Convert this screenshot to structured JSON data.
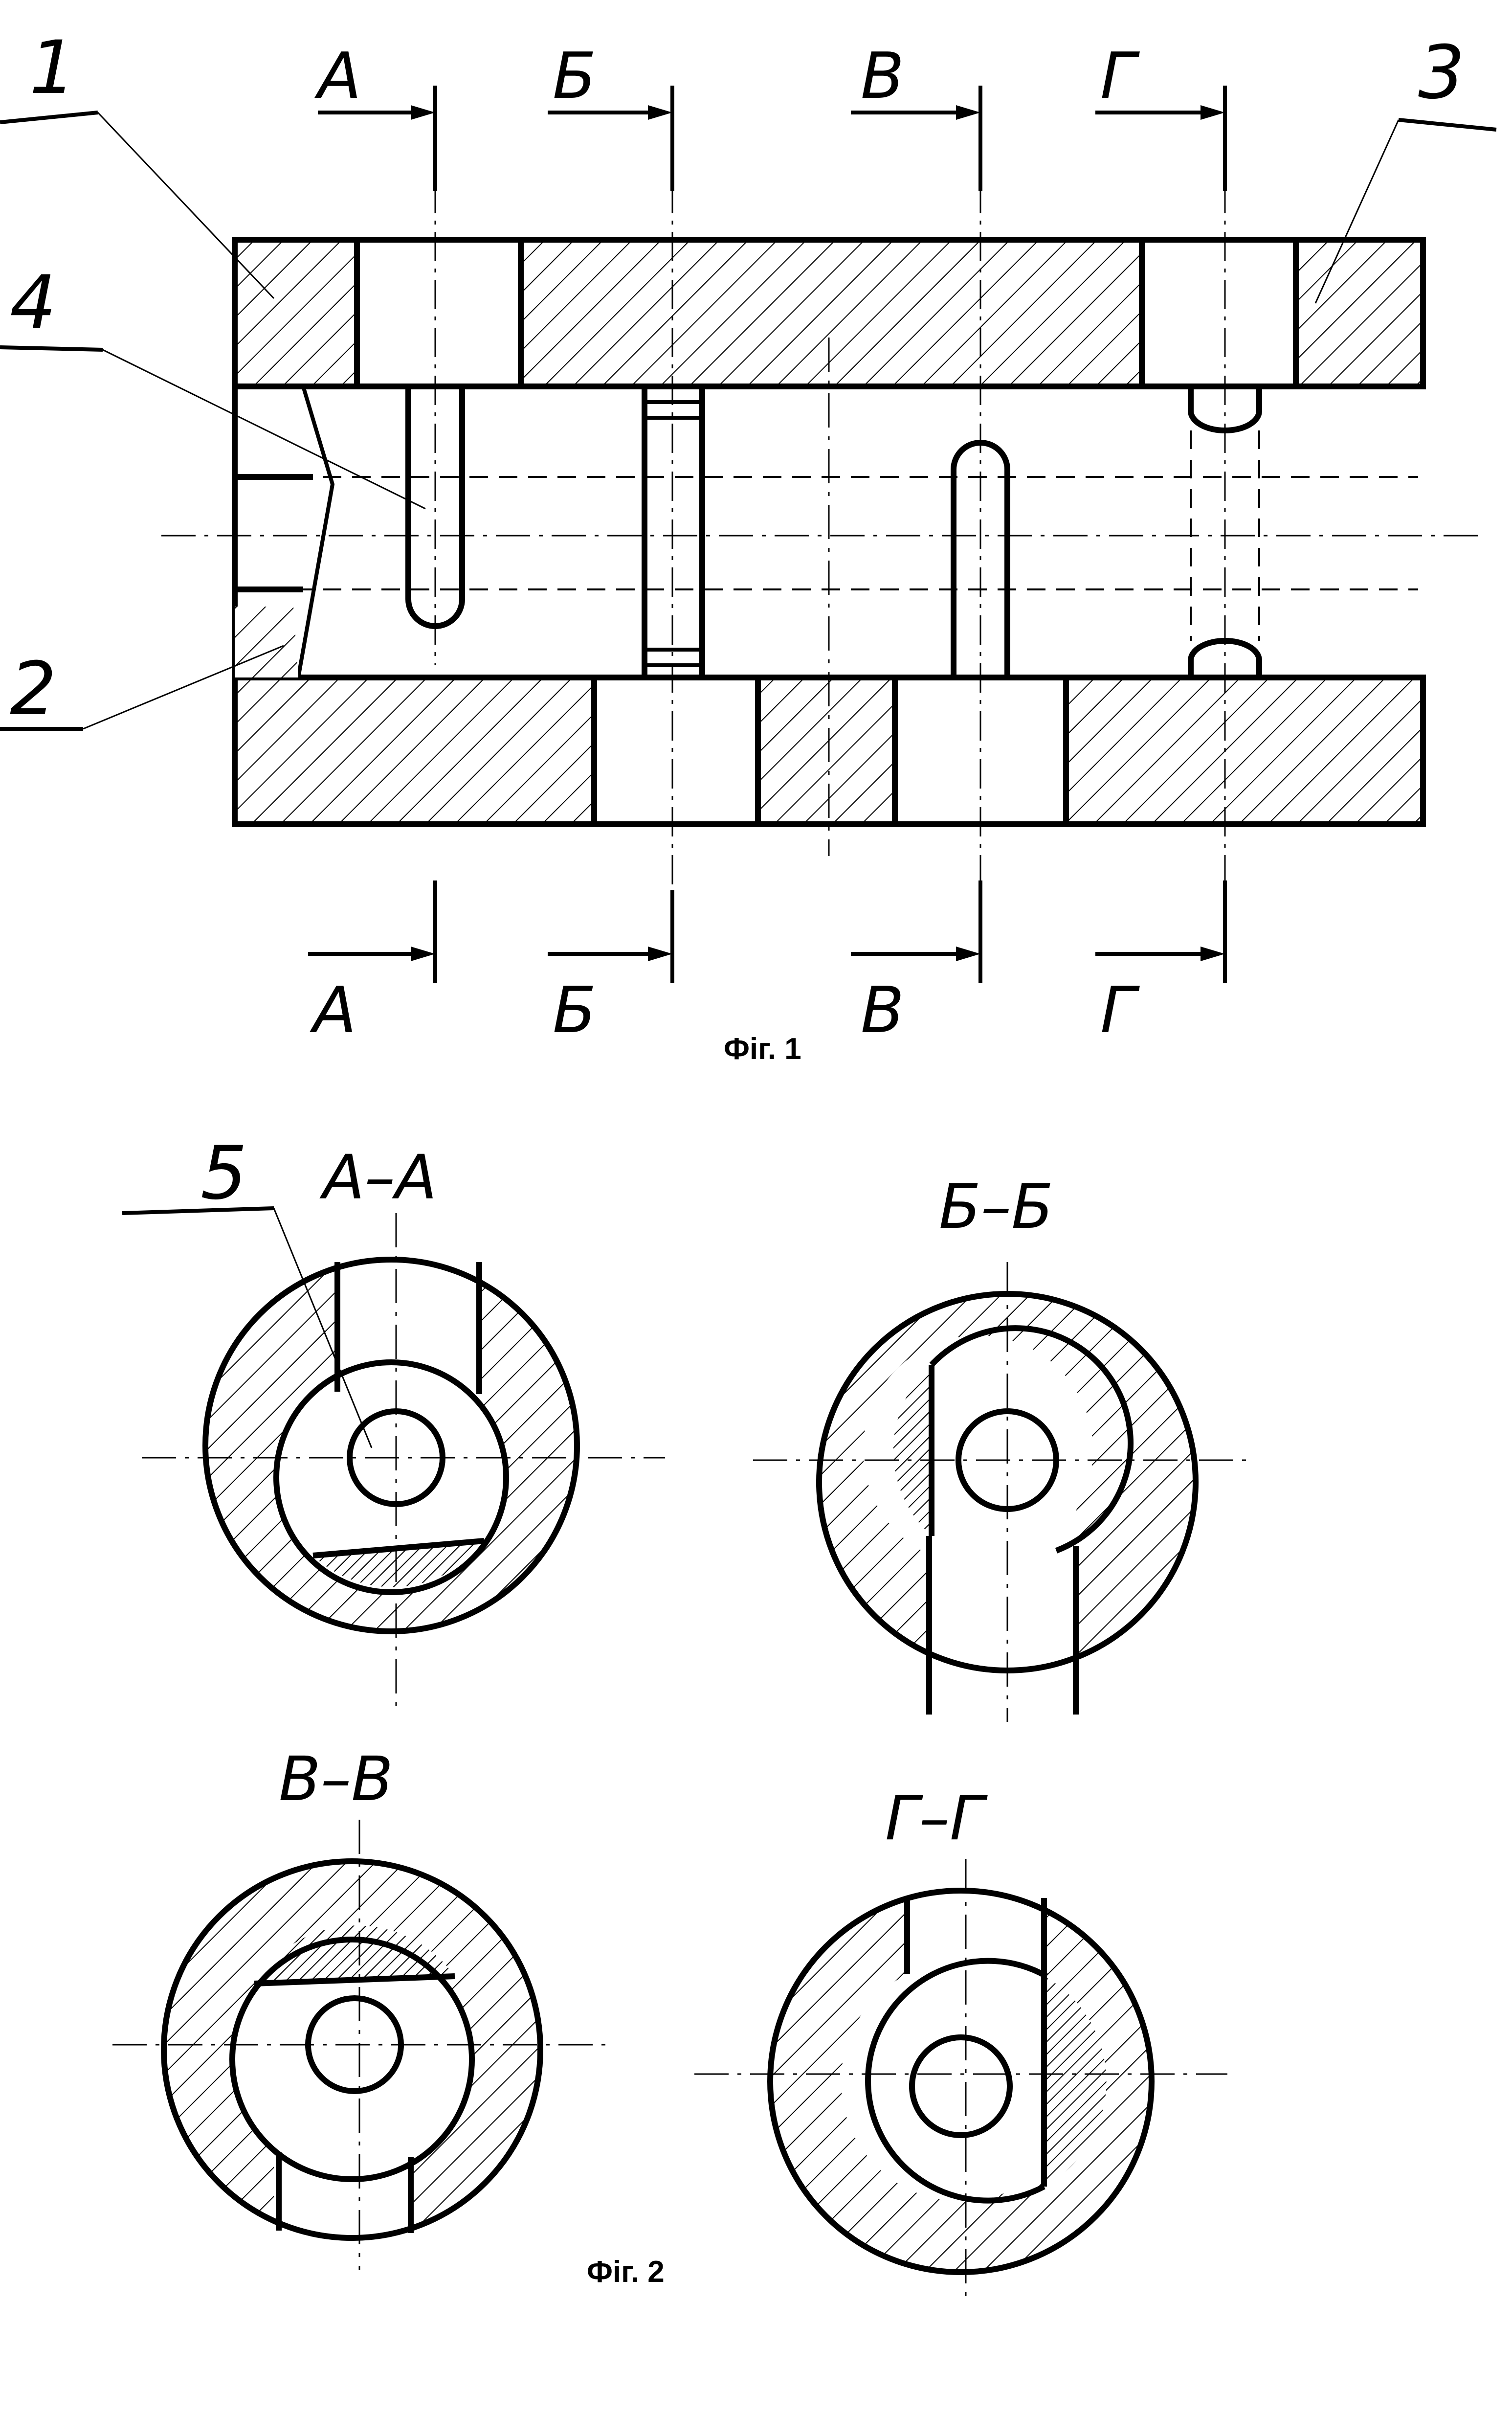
{
  "fig1": {
    "caption": "Фіг. 1",
    "callouts": [
      "1",
      "2",
      "3",
      "4"
    ],
    "section_marks": [
      "А",
      "Б",
      "В",
      "Г"
    ]
  },
  "fig2": {
    "caption": "Фіг. 2",
    "callout": "5",
    "sections": [
      "А–А",
      "Б–Б",
      "В–В",
      "Г–Г"
    ]
  },
  "colors": {
    "ink": "#000000",
    "paper": "#ffffff"
  }
}
